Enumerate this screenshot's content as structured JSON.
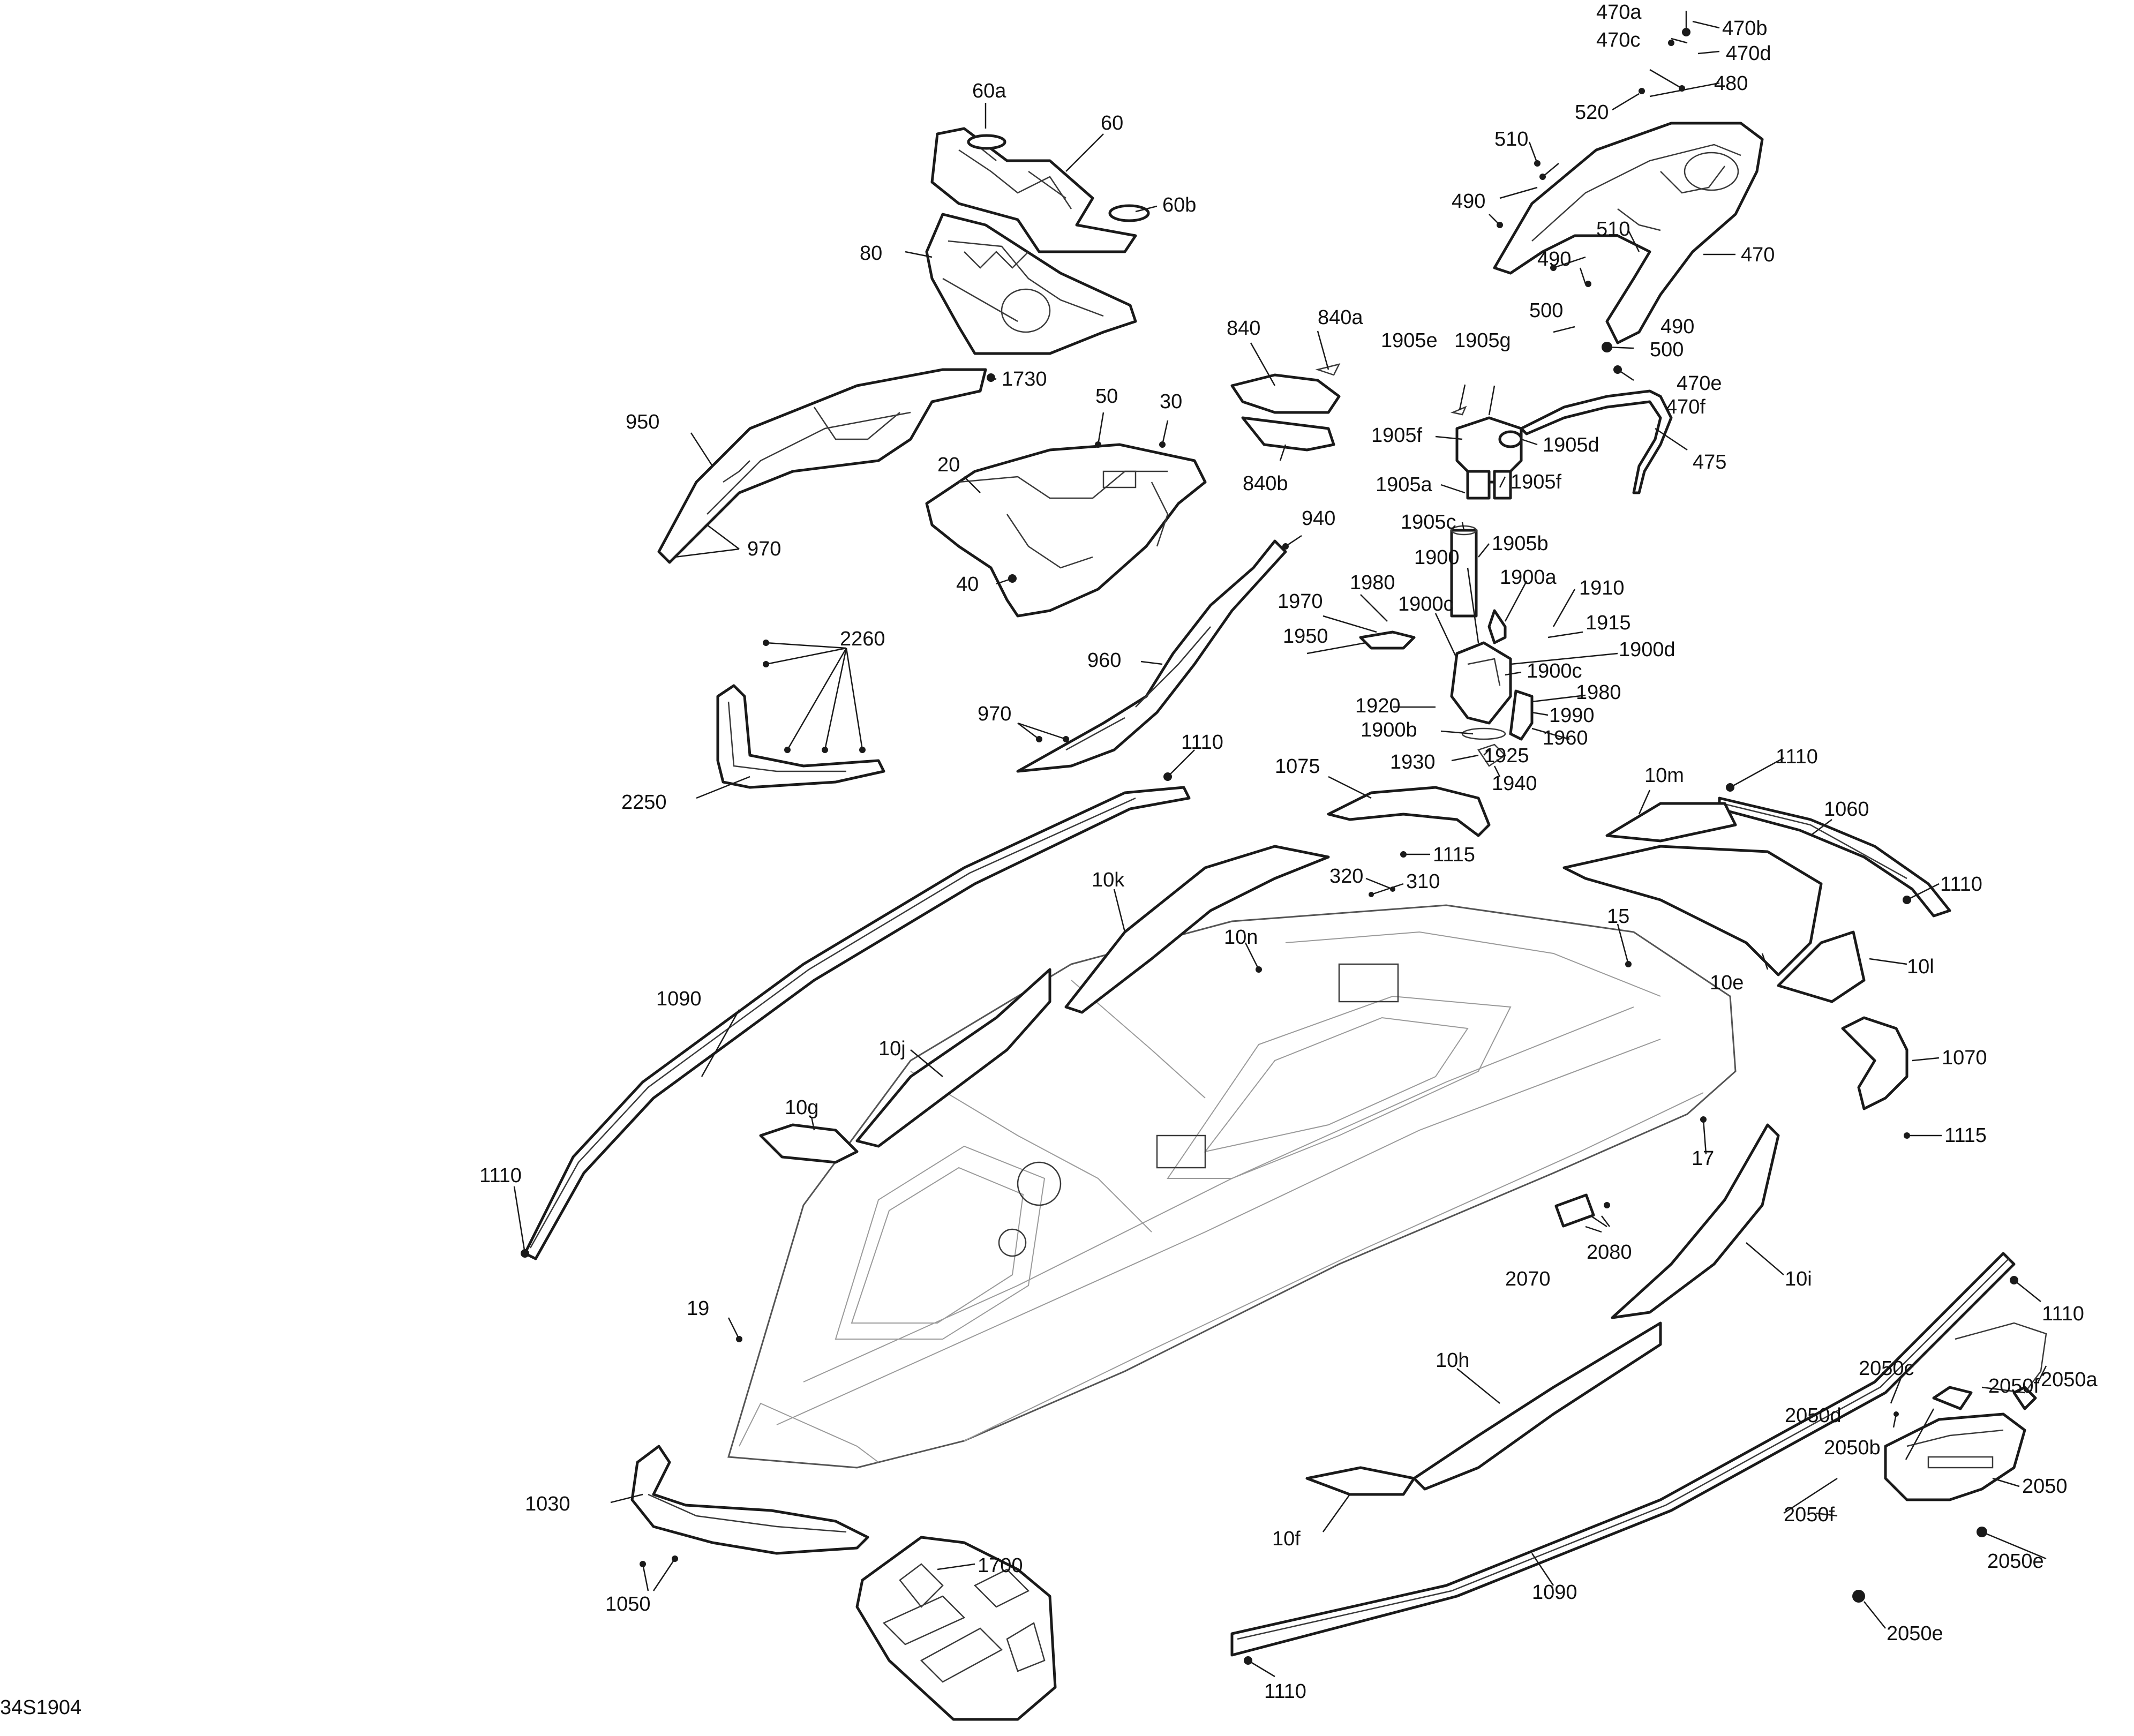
{
  "diagram_id": "34S1904",
  "callouts": [
    {
      "id": "470a",
      "label": "470a"
    },
    {
      "id": "470b",
      "label": "470b"
    },
    {
      "id": "470c",
      "label": "470c"
    },
    {
      "id": "470d",
      "label": "470d"
    },
    {
      "id": "480",
      "label": "480"
    },
    {
      "id": "520",
      "label": "520"
    },
    {
      "id": "510a",
      "label": "510"
    },
    {
      "id": "490a",
      "label": "490"
    },
    {
      "id": "510b",
      "label": "510"
    },
    {
      "id": "490b",
      "label": "490"
    },
    {
      "id": "470",
      "label": "470"
    },
    {
      "id": "500a",
      "label": "500"
    },
    {
      "id": "490c",
      "label": "490"
    },
    {
      "id": "500b",
      "label": "500"
    },
    {
      "id": "470e",
      "label": "470e"
    },
    {
      "id": "470f",
      "label": "470f"
    },
    {
      "id": "475",
      "label": "475"
    },
    {
      "id": "60a",
      "label": "60a"
    },
    {
      "id": "60",
      "label": "60"
    },
    {
      "id": "60b",
      "label": "60b"
    },
    {
      "id": "80",
      "label": "80"
    },
    {
      "id": "840",
      "label": "840"
    },
    {
      "id": "840a",
      "label": "840a"
    },
    {
      "id": "840b",
      "label": "840b"
    },
    {
      "id": "1730",
      "label": "1730"
    },
    {
      "id": "50",
      "label": "50"
    },
    {
      "id": "30",
      "label": "30"
    },
    {
      "id": "20",
      "label": "20"
    },
    {
      "id": "950",
      "label": "950"
    },
    {
      "id": "970a",
      "label": "970"
    },
    {
      "id": "40",
      "label": "40"
    },
    {
      "id": "940",
      "label": "940"
    },
    {
      "id": "960",
      "label": "960"
    },
    {
      "id": "970b",
      "label": "970"
    },
    {
      "id": "2260",
      "label": "2260"
    },
    {
      "id": "2250",
      "label": "2250"
    },
    {
      "id": "1905e",
      "label": "1905e"
    },
    {
      "id": "1905g",
      "label": "1905g"
    },
    {
      "id": "1905f1",
      "label": "1905f"
    },
    {
      "id": "1905d",
      "label": "1905d"
    },
    {
      "id": "1905a",
      "label": "1905a"
    },
    {
      "id": "1905f2",
      "label": "1905f"
    },
    {
      "id": "1905c",
      "label": "1905c"
    },
    {
      "id": "1905b",
      "label": "1905b"
    },
    {
      "id": "1900",
      "label": "1900"
    },
    {
      "id": "1900a",
      "label": "1900a"
    },
    {
      "id": "1910",
      "label": "1910"
    },
    {
      "id": "1980a",
      "label": "1980"
    },
    {
      "id": "1970",
      "label": "1970"
    },
    {
      "id": "1900c1",
      "label": "1900c"
    },
    {
      "id": "1915",
      "label": "1915"
    },
    {
      "id": "1950",
      "label": "1950"
    },
    {
      "id": "1900d",
      "label": "1900d"
    },
    {
      "id": "1900c2",
      "label": "1900c"
    },
    {
      "id": "1980b",
      "label": "1980"
    },
    {
      "id": "1920",
      "label": "1920"
    },
    {
      "id": "1990",
      "label": "1990"
    },
    {
      "id": "1900b",
      "label": "1900b"
    },
    {
      "id": "1960",
      "label": "1960"
    },
    {
      "id": "1925",
      "label": "1925"
    },
    {
      "id": "1930",
      "label": "1930"
    },
    {
      "id": "1940",
      "label": "1940"
    },
    {
      "id": "1110a",
      "label": "1110"
    },
    {
      "id": "1075",
      "label": "1075"
    },
    {
      "id": "10m",
      "label": "10m"
    },
    {
      "id": "1110b",
      "label": "1110"
    },
    {
      "id": "1060",
      "label": "1060"
    },
    {
      "id": "1110c",
      "label": "1110"
    },
    {
      "id": "1115a",
      "label": "1115"
    },
    {
      "id": "320",
      "label": "320"
    },
    {
      "id": "310",
      "label": "310"
    },
    {
      "id": "10k",
      "label": "10k"
    },
    {
      "id": "10n",
      "label": "10n"
    },
    {
      "id": "15",
      "label": "15"
    },
    {
      "id": "10e",
      "label": "10e"
    },
    {
      "id": "10l",
      "label": "10l"
    },
    {
      "id": "1090a",
      "label": "1090"
    },
    {
      "id": "10j",
      "label": "10j"
    },
    {
      "id": "1070",
      "label": "1070"
    },
    {
      "id": "10g",
      "label": "10g"
    },
    {
      "id": "1115b",
      "label": "1115"
    },
    {
      "id": "17",
      "label": "17"
    },
    {
      "id": "1110d",
      "label": "1110"
    },
    {
      "id": "2080",
      "label": "2080"
    },
    {
      "id": "2070",
      "label": "2070"
    },
    {
      "id": "10i",
      "label": "10i"
    },
    {
      "id": "1110e",
      "label": "1110"
    },
    {
      "id": "19",
      "label": "19"
    },
    {
      "id": "10h",
      "label": "10h"
    },
    {
      "id": "2050c",
      "label": "2050c"
    },
    {
      "id": "2050a",
      "label": "2050a"
    },
    {
      "id": "2050f1",
      "label": "2050f"
    },
    {
      "id": "2050d",
      "label": "2050d"
    },
    {
      "id": "2050b",
      "label": "2050b"
    },
    {
      "id": "1030",
      "label": "1030"
    },
    {
      "id": "2050",
      "label": "2050"
    },
    {
      "id": "10f",
      "label": "10f"
    },
    {
      "id": "2050f2",
      "label": "2050f"
    },
    {
      "id": "1700",
      "label": "1700"
    },
    {
      "id": "2050e1",
      "label": "2050e"
    },
    {
      "id": "1050",
      "label": "1050"
    },
    {
      "id": "1090b",
      "label": "1090"
    },
    {
      "id": "2050e2",
      "label": "2050e"
    },
    {
      "id": "1110f",
      "label": "1110"
    }
  ]
}
